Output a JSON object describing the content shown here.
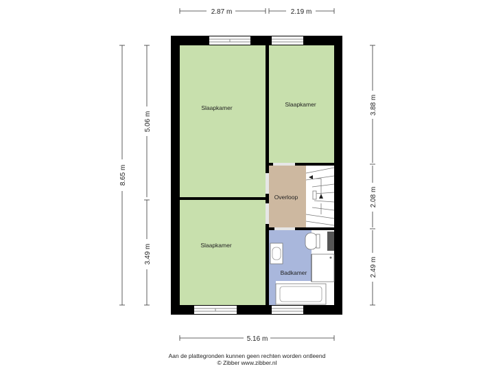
{
  "dimensions": {
    "top_left": "2.87 m",
    "top_right": "2.19 m",
    "bottom": "5.16 m",
    "left_total": "8.65 m",
    "left_upper": "5.06 m",
    "left_lower": "3.49 m",
    "right_upper": "3.88 m",
    "right_middle": "2.08 m",
    "right_lower": "2.49 m"
  },
  "rooms": {
    "bedroom_1": "Slaapkamer",
    "bedroom_2": "Slaapkamer",
    "bedroom_3": "Slaapkamer",
    "landing": "Overloop",
    "bathroom": "Badkamer"
  },
  "footer": {
    "line1": "Aan de plattegronden kunnen geen rechten worden ontleend",
    "line2": "© Zibber www.zibber.nl"
  },
  "colors": {
    "wall": "#000000",
    "bedroom": "#c8e0ad",
    "landing": "#cdb8a0",
    "bathroom": "#a9b7dc"
  }
}
